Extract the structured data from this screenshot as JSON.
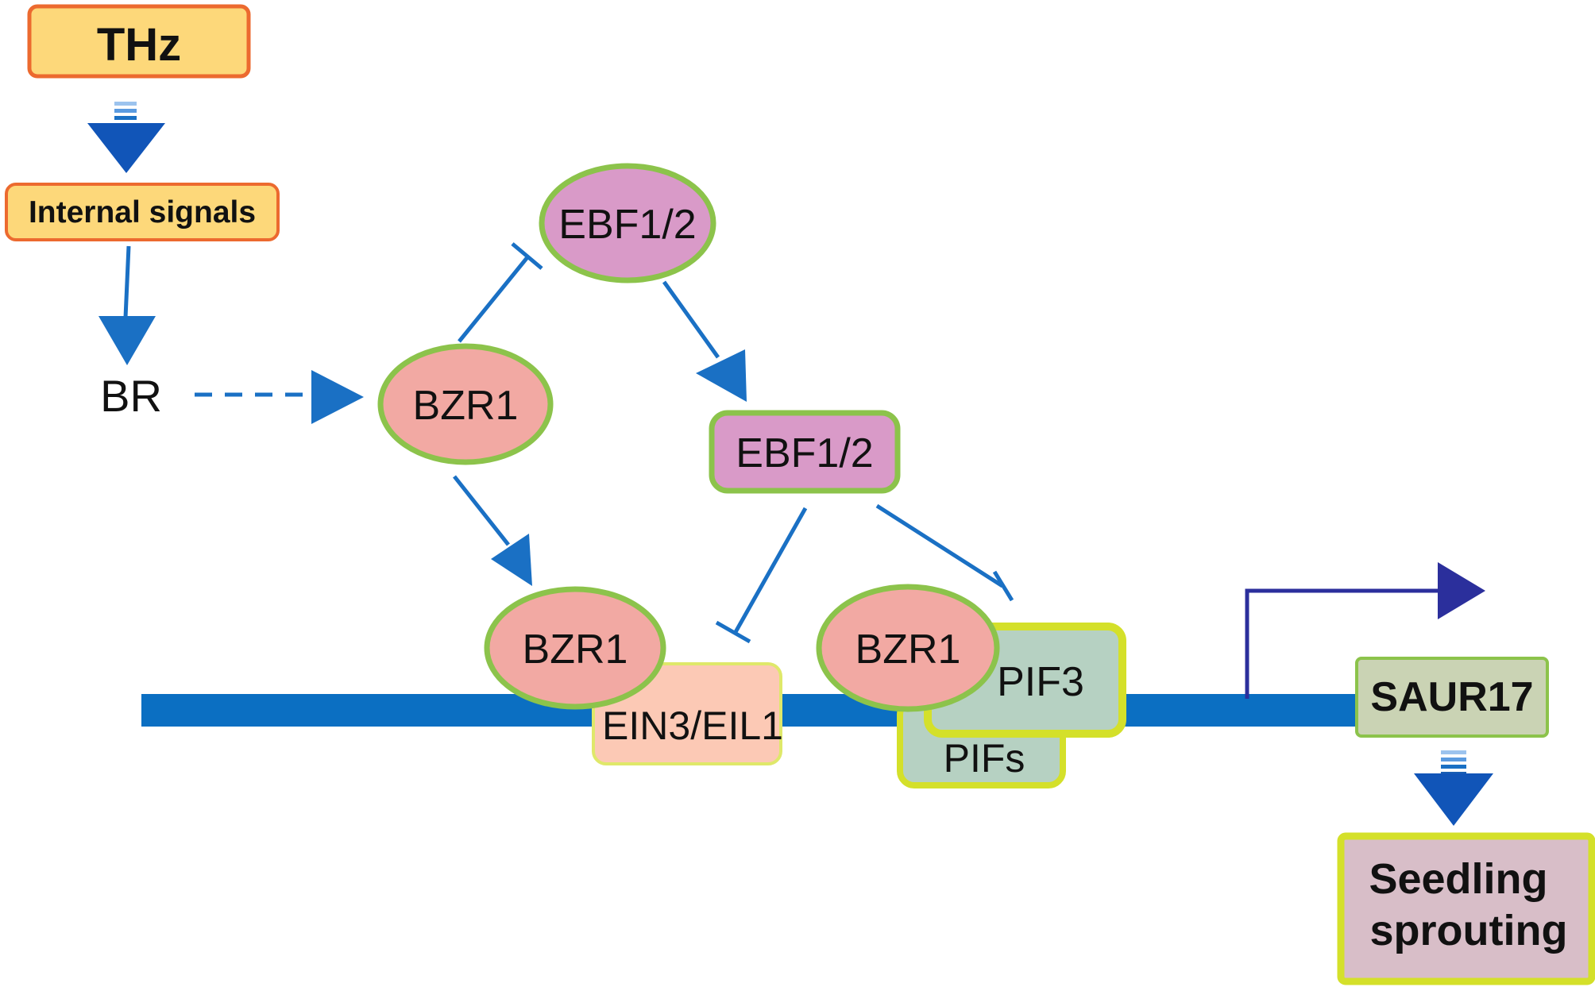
{
  "nodes": {
    "thz": "THz",
    "internal_signals": "Internal signals",
    "br": "BR",
    "bzr1_top": "BZR1",
    "ebf_top": "EBF1/2",
    "ebf_mid": "EBF1/2",
    "bzr1_left": "BZR1",
    "ein3": "EIN3/EIL1",
    "bzr1_right": "BZR1",
    "pif3": "PIF3",
    "pifs": "PIFs",
    "saur17": "SAUR17",
    "seedling_line1": "Seedling",
    "seedling_line2": "sprouting"
  },
  "colors": {
    "arrow_blue": "#1a70c4",
    "dna_blue": "#0b6fc2",
    "transcription_arrow": "#2b2f9c",
    "orange_box_fill": "#fdd87a",
    "orange_box_border": "#ec6a2f",
    "bzr1_fill": "#f2a9a3",
    "node_border_green": "#8cc34b",
    "ebf_fill": "#d99ac8",
    "ein3_fill": "#fcc9b5",
    "ein3_border": "#dfe86a",
    "pif_fill": "#b6d1c2",
    "pif_border": "#d4e02a",
    "saur_fill": "#cad3b4",
    "seedling_fill": "#d8bec8",
    "seedling_border": "#d4e02a"
  }
}
